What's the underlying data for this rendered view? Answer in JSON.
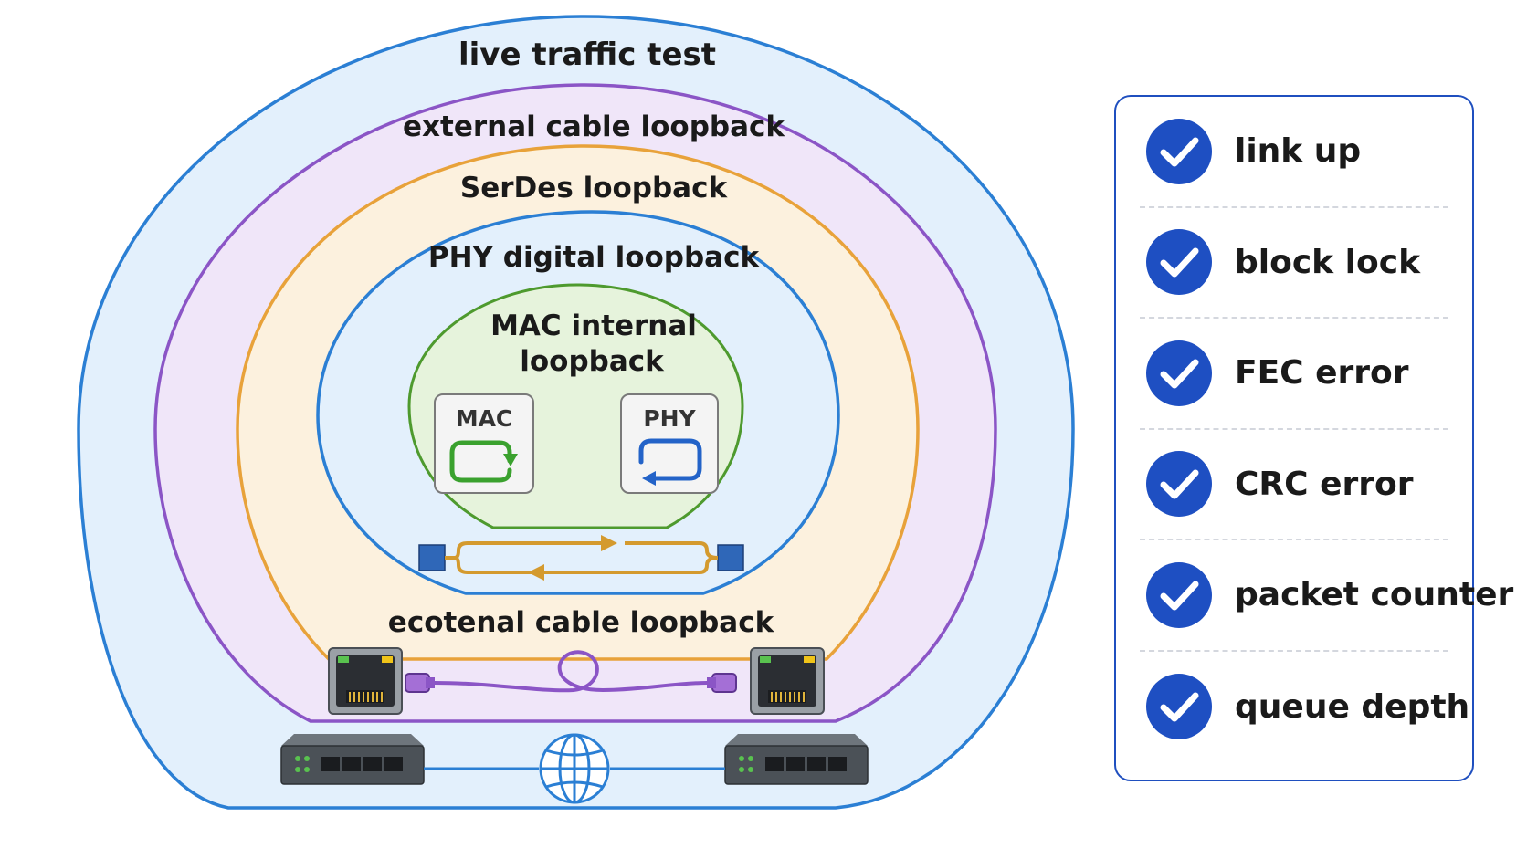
{
  "diagram": {
    "rings": {
      "live": "live traffic test",
      "external": "external cable loopback",
      "serdes": "SerDes loopback",
      "phy": "PHY digital loopback",
      "mac_line1": "MAC internal",
      "mac_line2": "loopback"
    },
    "boxes": {
      "mac": "MAC",
      "phy": "PHY"
    },
    "cable_label": "ecotenal cable loopback"
  },
  "checklist": {
    "items": [
      {
        "label": "link up"
      },
      {
        "label": "block lock"
      },
      {
        "label": "FEC error"
      },
      {
        "label": "CRC error"
      },
      {
        "label": "packet counter"
      },
      {
        "label": "queue depth"
      }
    ]
  },
  "colors": {
    "live_ring": "#2b7fd4",
    "external_ring": "#8b55c6",
    "serdes_ring": "#e8a23a",
    "phy_ring": "#2b7fd4",
    "mac_ring": "#4e9a2e",
    "check_fill": "#1e4fc2"
  }
}
